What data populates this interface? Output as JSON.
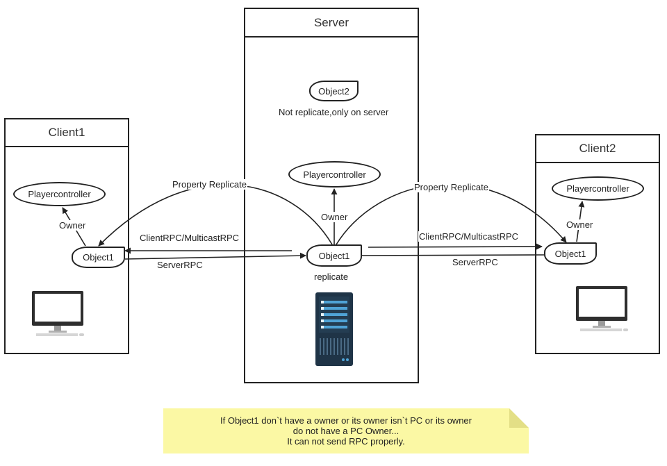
{
  "server": {
    "title": "Server",
    "object2": "Object2",
    "object2_note": "Not replicate,only on server",
    "playercontroller": "Playercontroller",
    "owner": "Owner",
    "object1": "Object1",
    "replicate": "replicate"
  },
  "client1": {
    "title": "Client1",
    "playercontroller": "Playercontroller",
    "owner": "Owner",
    "object1": "Object1"
  },
  "client2": {
    "title": "Client2",
    "playercontroller": "Playercontroller",
    "owner": "Owner",
    "object1": "Object1"
  },
  "edges": {
    "left_property": "Property Replicate",
    "left_client_rpc": "ClientRPC/MulticastRPC",
    "left_server_rpc": "ServerRPC",
    "right_property": "Property Replicate",
    "right_client_rpc": "ClientRPC/MulticastRPC",
    "right_server_rpc": "ServerRPC"
  },
  "note": {
    "line1": "If Object1 don`t have a owner or its owner isn`t PC or its owner",
    "line2": "do not have a PC Owner...",
    "line3": "It can not send RPC properly."
  },
  "icons": {
    "client1_device": "monitor-icon",
    "client2_device": "monitor-icon",
    "server_device": "server-tower-icon"
  },
  "colors": {
    "stroke": "#222222",
    "note_fill": "#fbf8a4",
    "server_body": "#1f3447",
    "server_accent": "#4fa3d6"
  }
}
